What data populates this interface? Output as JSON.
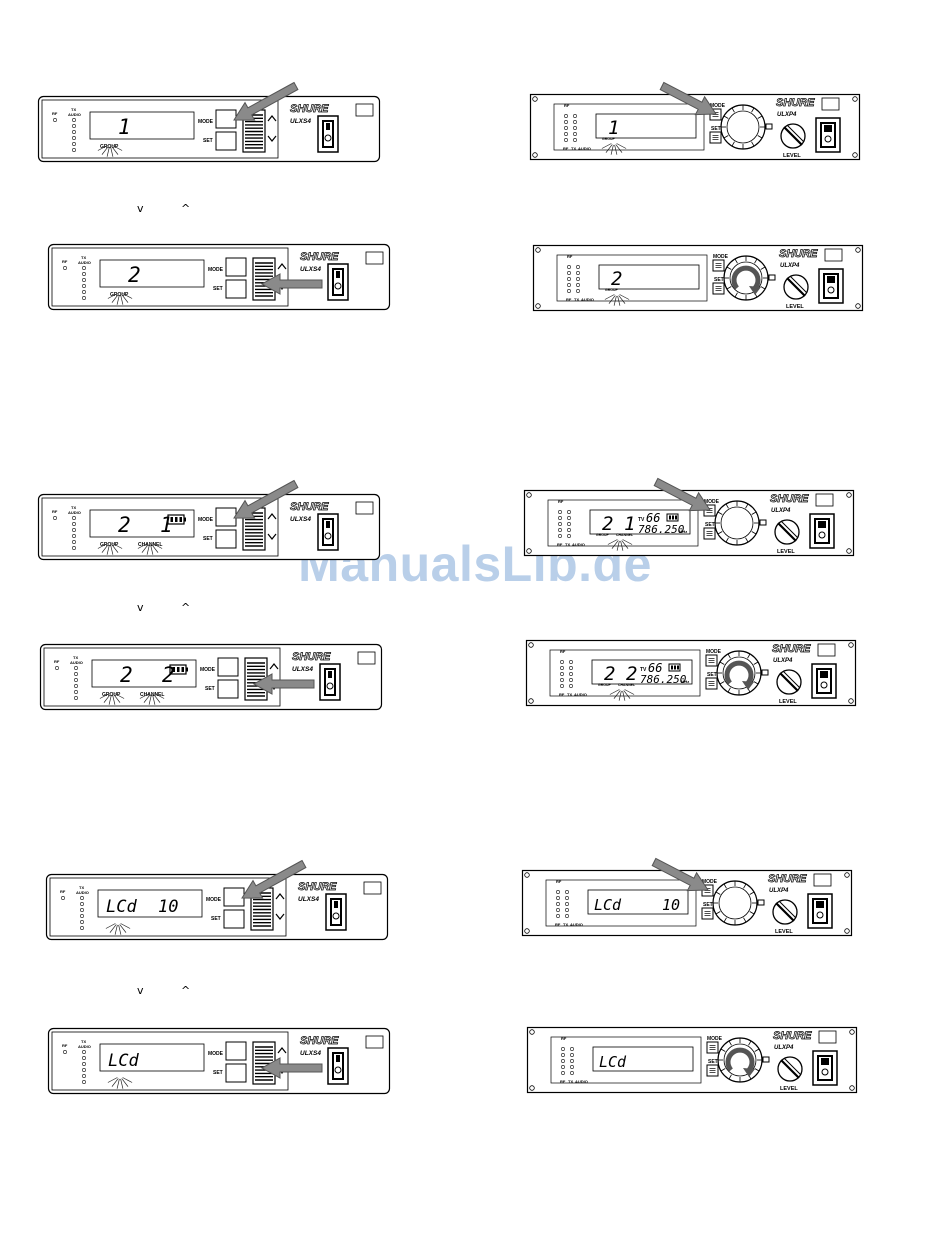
{
  "watermark": "ManualsLib.de",
  "carets": {
    "down": "v",
    "up": "^"
  },
  "ulxs4": {
    "model": "ULXS4",
    "brand": "SHURE",
    "labels": {
      "rf": "RF",
      "tx": "TX",
      "audio": "AUDIO",
      "mode": "MODE",
      "set": "SET",
      "group": "GROUP",
      "channel": "CHANNEL"
    },
    "rows": [
      {
        "step": "select-group",
        "display_left": "1",
        "display_right": "",
        "show_group": true,
        "show_channel": false,
        "battery": false,
        "arrow": "mode"
      },
      {
        "step": "change-group",
        "display_left": "2",
        "display_right": "",
        "show_group": true,
        "show_channel": false,
        "battery": false,
        "arrow": "updown"
      },
      {
        "step": "select-channel",
        "display_left": "2",
        "display_right": "1",
        "show_group": true,
        "show_channel": true,
        "battery": true,
        "arrow": "mode"
      },
      {
        "step": "change-channel",
        "display_left": "2",
        "display_right": "2",
        "show_group": true,
        "show_channel": true,
        "battery": true,
        "arrow": "updown"
      },
      {
        "step": "select-lcd",
        "display_left": "LCd",
        "display_right": "10",
        "show_group": false,
        "show_channel": false,
        "battery": false,
        "arrow": "mode"
      },
      {
        "step": "change-lcd",
        "display_left": "LCd",
        "display_right": "",
        "show_group": false,
        "show_channel": false,
        "battery": false,
        "arrow": "updown"
      }
    ]
  },
  "ulxp4": {
    "model": "ULXP4",
    "brand": "SHURE",
    "labels": {
      "rf": "RF",
      "tx": "TX",
      "audio": "AUDIO",
      "mode": "MODE",
      "set": "SET",
      "level": "LEVEL",
      "group": "GROUP",
      "channel": "CHANNEL",
      "tv": "TV",
      "mhz": "MHz"
    },
    "rows": [
      {
        "step": "select-group",
        "display_left": "1",
        "display_right": "",
        "tv": "",
        "freq": "",
        "arrow": "mode",
        "dial_arrow": false
      },
      {
        "step": "change-group",
        "display_left": "2",
        "display_right": "",
        "tv": "",
        "freq": "",
        "arrow": "none",
        "dial_arrow": true
      },
      {
        "step": "select-channel",
        "display_left": "2",
        "display_right": "1",
        "tv": "66",
        "freq": "786.250",
        "arrow": "mode",
        "dial_arrow": false
      },
      {
        "step": "change-channel",
        "display_left": "2",
        "display_right": "2",
        "tv": "66",
        "freq": "786.250",
        "arrow": "none",
        "dial_arrow": true
      },
      {
        "step": "select-lcd",
        "display_left": "LCd",
        "display_right": "10",
        "tv": "",
        "freq": "",
        "arrow": "mode",
        "dial_arrow": false
      },
      {
        "step": "change-lcd",
        "display_left": "LCd",
        "display_right": "",
        "tv": "",
        "freq": "",
        "arrow": "none",
        "dial_arrow": true
      }
    ]
  }
}
